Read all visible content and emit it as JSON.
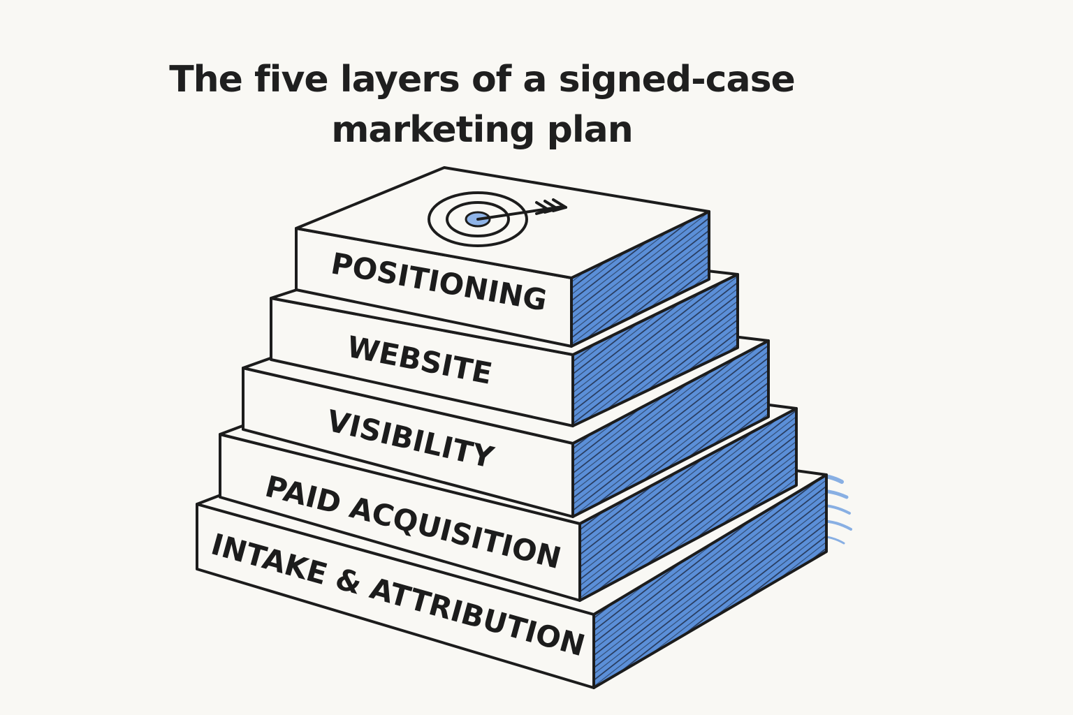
{
  "diagram": {
    "title_lines": [
      "The five layers of a signed-case",
      "marketing plan"
    ],
    "top_icon": "target-with-arrow-icon",
    "layers": [
      {
        "label": "POSITIONING"
      },
      {
        "label": "WEBSITE"
      },
      {
        "label": "VISIBILITY"
      },
      {
        "label": "PAID ACQUISITION"
      },
      {
        "label": "INTAKE & ATTRIBUTION"
      }
    ],
    "colors": {
      "background": "#f9f8f4",
      "outline": "#1c1c1c",
      "slab_face": "#f9f8f4",
      "side_shading": "#5b8fd8",
      "target_center": "#8fb4e8"
    }
  }
}
